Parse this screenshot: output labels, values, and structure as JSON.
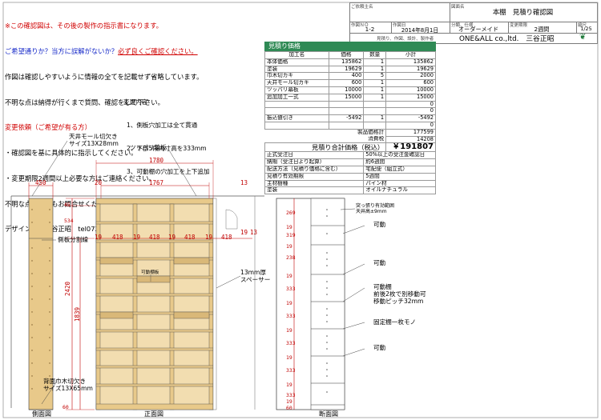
{
  "header": {
    "customer_label": "ご依頼主名",
    "drawing_title_label": "図面名",
    "drawing_title": "本棚　見積り確認図",
    "drawing_no_label": "作図ＮＯ",
    "drawing_no": "1-2",
    "date_label": "作図日",
    "date": "2014年8月1日",
    "category_label": "分類、仕様",
    "category": "オーダーメイド",
    "lead_time_label": "変更期限",
    "lead_time": "2週間",
    "scale_label": "縮尺",
    "scale": "1/25",
    "company_label": "見積り、作図、設計、製作者",
    "company": "ONE&ALL co.,ltd.　三谷正昭"
  },
  "notes": {
    "l1": "※この確認図は、その後の製作の指示書になります。",
    "l2a": "ご希望通りか？当方に誤解がないか？",
    "l2b": "必ず良くご確認ください。",
    "l3": "作図は確認しやすいように情報の全てを記載せず省略しています。",
    "l4": "不明な点は納得が行くまで質問、確認をして下さい。",
    "l5": "変更依頼（ご希望が有る方）",
    "l6": "・確認図を基に具体的に指示してください。",
    "l7": "・変更期限2週間以上必要な方はご連絡ください。",
    "l8": "不明な点は何でもお問合せください。",
    "l9": "デザイン担当三谷正昭　tel072-630-3360"
  },
  "changes": {
    "title": "変更内容",
    "items": [
      "1、側板穴加工は全て貫通",
      "2、下部5段内寸高を333mm",
      "3、可動棚の穴加工を上下追加"
    ]
  },
  "estimate": {
    "title": "見積り価格",
    "columns": [
      "加工名",
      "価格",
      "数量",
      "小計"
    ],
    "rows": [
      [
        "本体価格",
        "135862",
        "1",
        "135862"
      ],
      [
        "塗装",
        "19629",
        "1",
        "19629"
      ],
      [
        "巾木切カキ",
        "400",
        "5",
        "2000"
      ],
      [
        "天井モール切カキ",
        "600",
        "1",
        "600"
      ],
      [
        "ツッパリ幕板",
        "10000",
        "1",
        "10000"
      ],
      [
        "追加加工一式",
        "15000",
        "1",
        "15000"
      ],
      [
        "",
        "",
        "",
        "0"
      ],
      [
        "",
        "",
        "",
        "0"
      ],
      [
        "振込値引き",
        "-5492",
        "1",
        "-5492"
      ],
      [
        "",
        "",
        "",
        "0"
      ]
    ],
    "product_total_label": "製品価格計",
    "product_total": "177599",
    "tax_label": "消費税",
    "tax": "14208",
    "grand_label": "見積り合計価格（税込）",
    "grand": "￥191807",
    "specs": [
      [
        "正式受注日",
        "50%以上の受注金確認日"
      ],
      [
        "納期（受注日より起算）",
        "約6週間"
      ],
      [
        "配送方法（見積り価格に含む）",
        "宅配便（組立式）"
      ],
      [
        "見積り有効期限",
        "5週間"
      ],
      [
        "主材樹種",
        "パイン材"
      ],
      [
        "塗装",
        "オイルナチュラル"
      ]
    ]
  },
  "drawing": {
    "callouts": {
      "ceiling_notch": "天井モール切欠き\nサイズ13X28mm",
      "tension_panel": "ツッパリ幕板",
      "side_divider": "側板分割線",
      "back_notch": "背面巾木切欠き\nサイズ13X65mm",
      "spacer": "13mm厚\nスペーサー",
      "tension_effective": "突っ張り有効範囲\n天井高±9mm",
      "movable1": "可動",
      "movable2": "可動",
      "movable_shelf": "可動棚\n前後2枚で別移動可\n移動ピッチ32mm",
      "fixed_shelf": "固定棚一枚モノ",
      "movable3": "可動",
      "shelf_label": "可動棚板"
    },
    "dims": {
      "w1780": "1780",
      "w1767": "1767",
      "w20": "20",
      "w13": "13",
      "w450": "450",
      "w19": "19",
      "w418": "418",
      "w13b": "13",
      "h45": "45",
      "h534": "534",
      "h2420": "2420",
      "h1839": "1839",
      "h60": "60",
      "sec": [
        "269",
        "19",
        "319",
        "19",
        "238",
        "19",
        "333",
        "19",
        "333",
        "19",
        "333",
        "19",
        "333",
        "19",
        "333",
        "19",
        "60"
      ]
    },
    "captions": {
      "side": "側面図",
      "front": "正面図",
      "section": "断面図"
    }
  },
  "colors": {
    "estimate_header": "#2f8a55",
    "wood": "#f2ddb0",
    "wood_side": "#e8c98a",
    "dimension": "#c00000",
    "notice_red": "#d00000",
    "notice_blue": "#1528c8"
  }
}
